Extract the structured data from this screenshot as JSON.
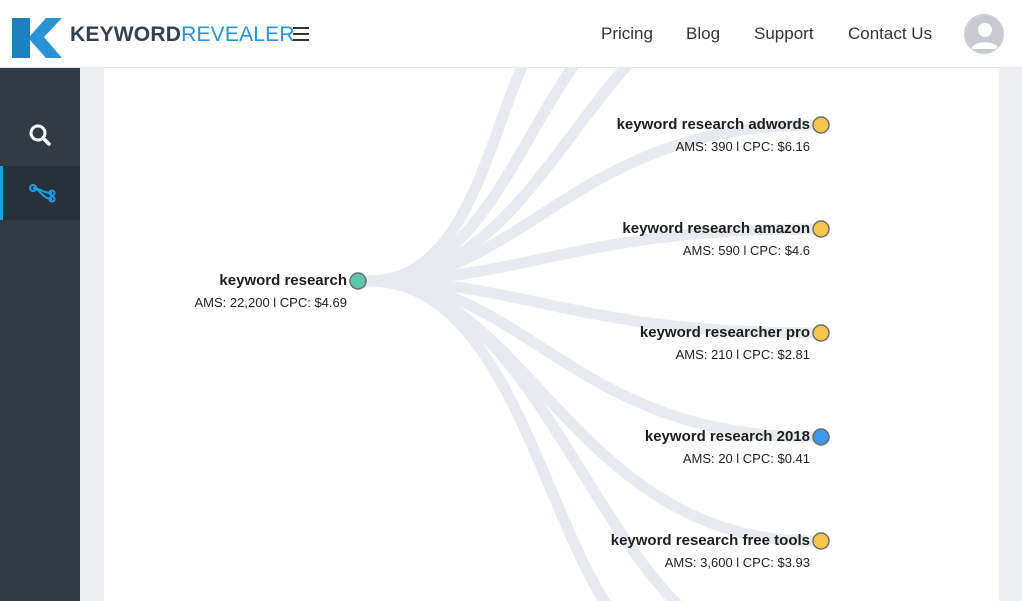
{
  "brand": {
    "part1": "KEYWORD",
    "part2": "REVEALER",
    "color_dark": "#35414d",
    "color_accent": "#2a93d5"
  },
  "nav": {
    "pricing": "Pricing",
    "blog": "Blog",
    "support": "Support",
    "contact": "Contact Us"
  },
  "icons": {
    "menu": "hamburger-icon",
    "search": "search-icon",
    "tree": "tree-icon",
    "avatar": "user-avatar-icon"
  },
  "root": {
    "keyword": "keyword research",
    "stats": "AMS: 22,200 l CPC: $4.69",
    "dot_color": "#5cc8b0"
  },
  "children": [
    {
      "keyword": "keyword research adwords",
      "stats": "AMS: 390 l CPC: $6.16",
      "dot_color": "#f6c94d"
    },
    {
      "keyword": "keyword research amazon",
      "stats": "AMS: 590 l CPC: $4.6",
      "dot_color": "#f6c94d"
    },
    {
      "keyword": "keyword researcher pro",
      "stats": "AMS: 210 l CPC: $2.81",
      "dot_color": "#f6c94d"
    },
    {
      "keyword": "keyword research 2018",
      "stats": "AMS: 20 l CPC: $0.41",
      "dot_color": "#3d9ae8"
    },
    {
      "keyword": "keyword research free tools",
      "stats": "AMS: 3,600 l CPC: $3.93",
      "dot_color": "#f6c94d"
    }
  ]
}
